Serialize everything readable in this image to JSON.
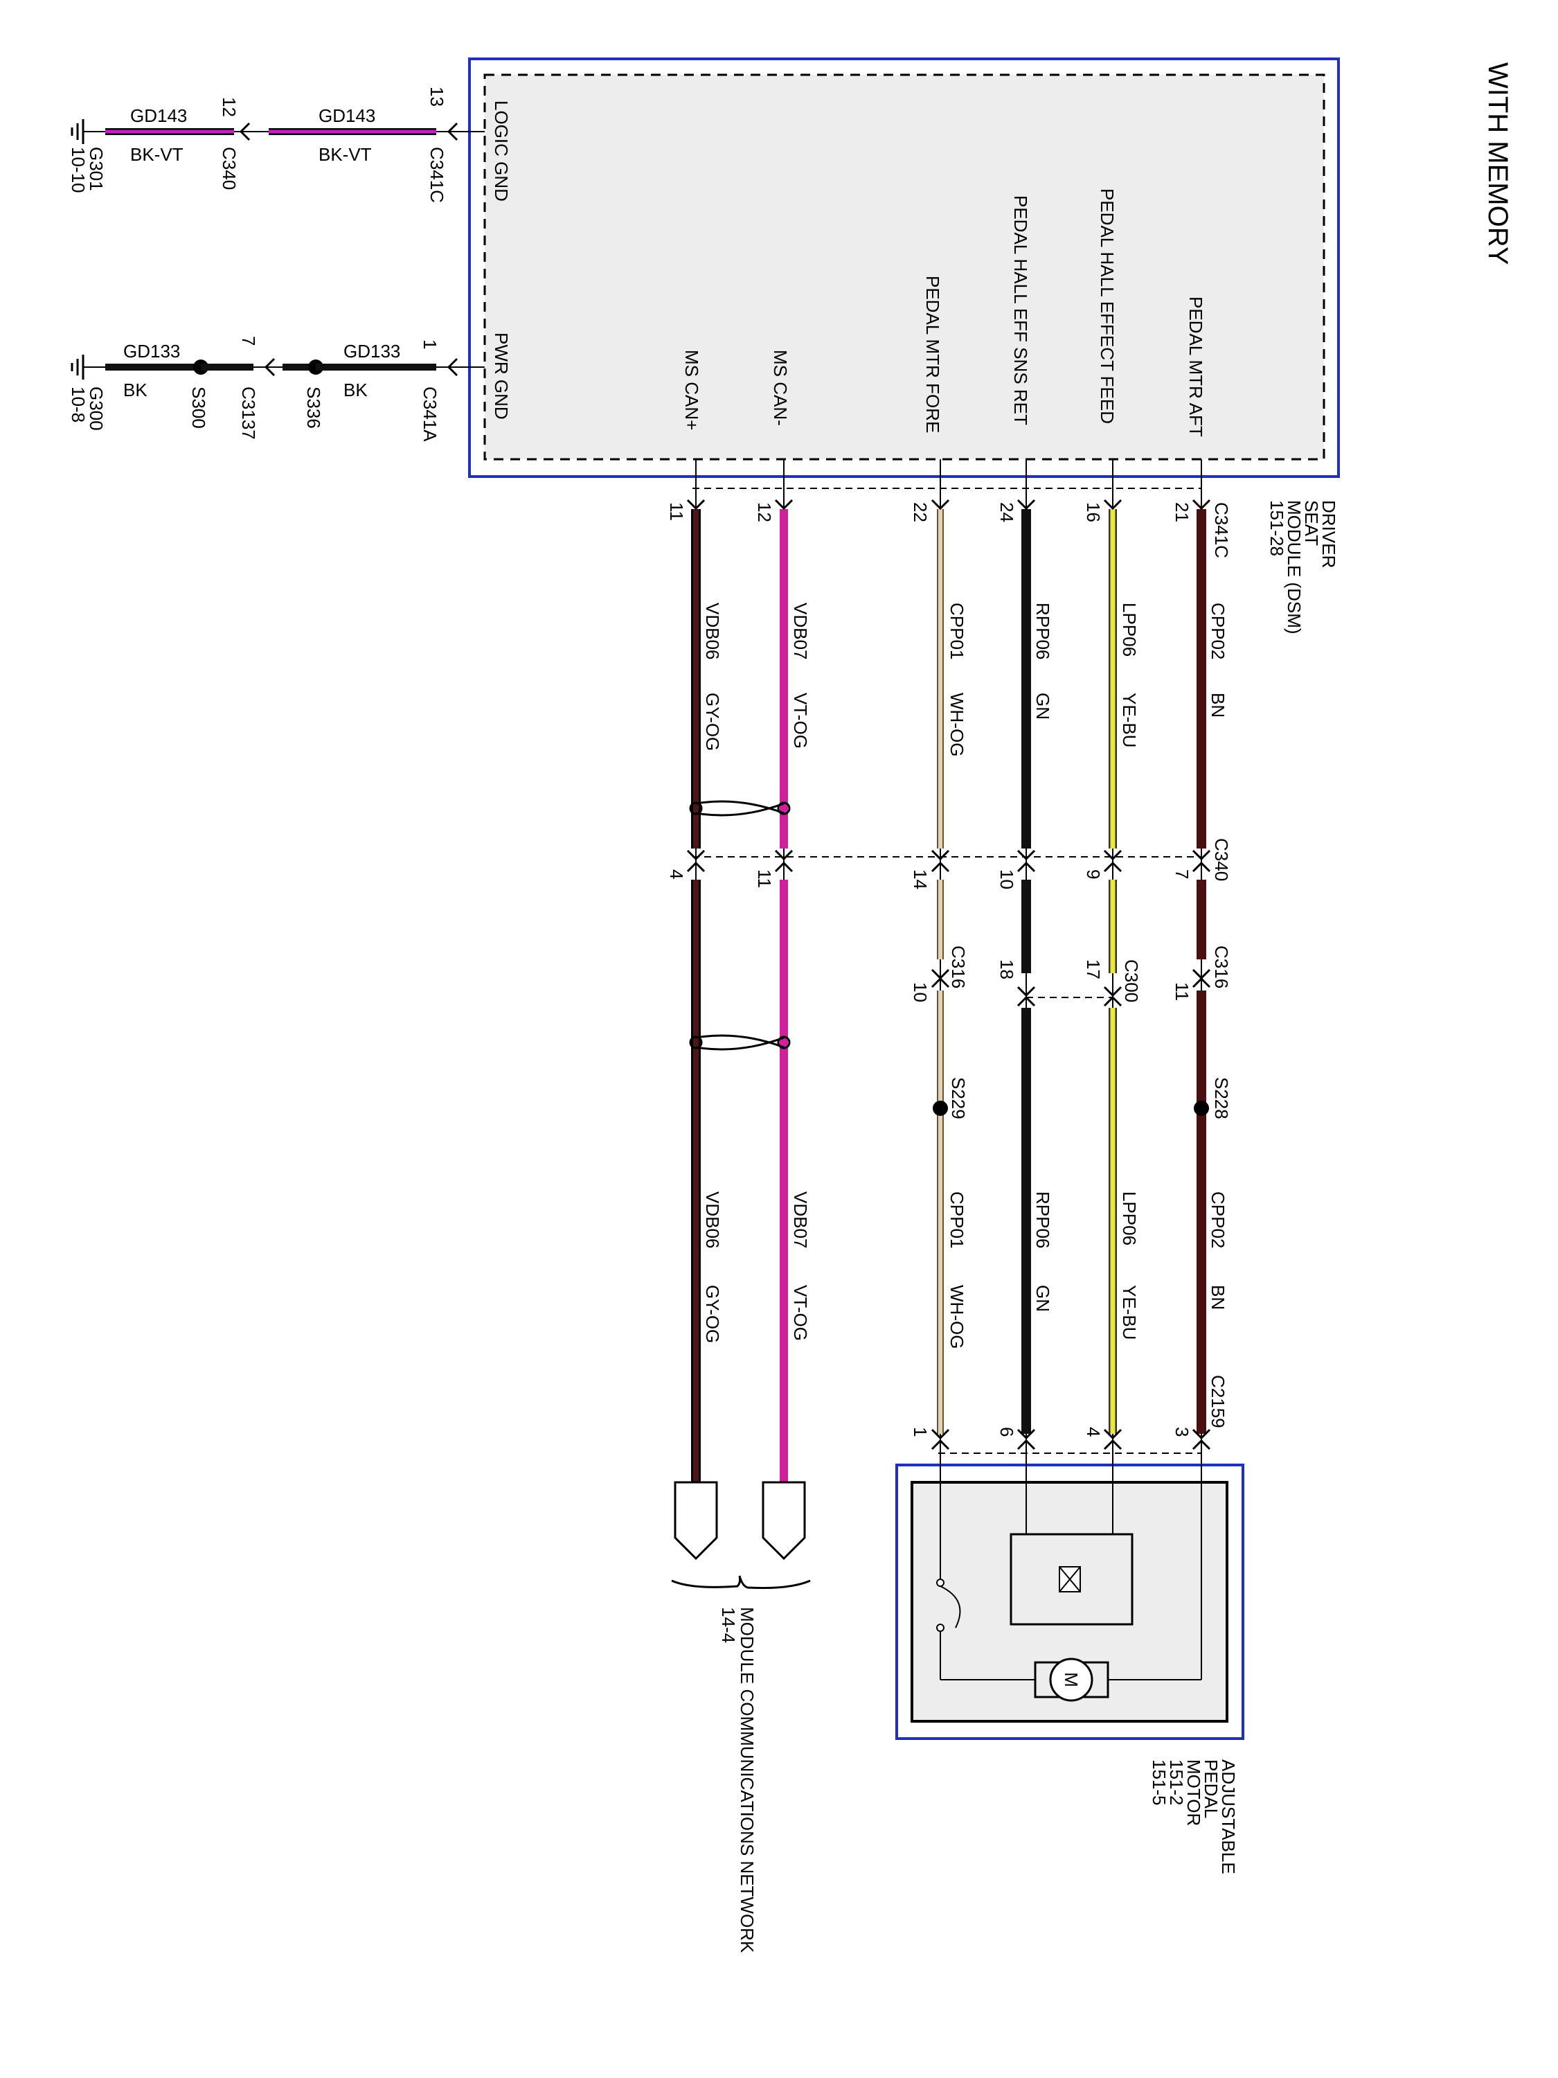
{
  "title": "WITH MEMORY",
  "colors": {
    "wire_gy_og": "#4a1818",
    "wire_vt_og": "#d0209c",
    "wire_wh_og": "#e8d0a8",
    "wire_gn": "#111111",
    "wire_ye_bu": "#e8e83a",
    "wire_bn": "#4a1010",
    "wire_bk_vt": "#c41fc0",
    "wire_bk": "#111111",
    "module_border": "#1f2fc0",
    "module_fill": "#ededed"
  },
  "grounds": {
    "logic": {
      "ground_id": "G301",
      "ground_ref": "10-10",
      "circuit_a": "GD143",
      "color_a": "BK-VT",
      "connector_a": "C340",
      "pin_a": "12",
      "circuit_b": "GD143",
      "color_b": "BK-VT",
      "connector_b": "C341C",
      "pin_b": "13",
      "module_pin_label": "LOGIC GND"
    },
    "power": {
      "ground_id": "G300",
      "ground_ref": "10-8",
      "circuit_a": "GD133",
      "color_a": "BK",
      "splice_a": "S300",
      "connector_mid": "C3137",
      "pin_mid": "7",
      "splice_b": "S336",
      "circuit_b": "GD133",
      "color_b": "BK",
      "connector_b": "C341A",
      "pin_b": "1",
      "module_pin_label": "PWR GND"
    }
  },
  "dsm": {
    "name_line1": "DRIVER",
    "name_line2": "SEAT",
    "name_line3": "MODULE (DSM)",
    "page_ref": "151-28",
    "connector": "C341C",
    "pins": {
      "ms_can_plus": "MS CAN+",
      "ms_can_minus": "MS CAN-",
      "pedal_mtr_fore": "PEDAL MTR FORE",
      "pedal_hall_eff_sns_ret": "PEDAL HALL EFF SNS RET",
      "pedal_hall_effect_feed": "PEDAL HALL EFFECT FEED",
      "pedal_mtr_aft": "PEDAL MTR AFT"
    }
  },
  "wires": [
    {
      "id": "can_plus",
      "dsm_pin": "11",
      "circuit": "VDB06",
      "color": "GY-OG",
      "c340_pin": "4"
    },
    {
      "id": "can_minus",
      "dsm_pin": "12",
      "circuit": "VDB07",
      "color": "VT-OG",
      "c340_pin": "11"
    },
    {
      "id": "fore",
      "dsm_pin": "22",
      "circuit": "CPP01",
      "color": "WH-OG",
      "c340_pin": "14",
      "c3_pin": "10",
      "splice": "S229",
      "motor_pin": "1"
    },
    {
      "id": "ret",
      "dsm_pin": "24",
      "circuit": "RPP06",
      "color": "GN",
      "c340_pin": "10",
      "c3_pin": "18",
      "motor_pin": "6"
    },
    {
      "id": "feed",
      "dsm_pin": "16",
      "circuit": "LPP06",
      "color": "YE-BU",
      "c340_pin": "9",
      "c3_pin": "17",
      "motor_pin": "4"
    },
    {
      "id": "aft",
      "dsm_pin": "21",
      "circuit": "CPP02",
      "color": "BN",
      "c340_pin": "7",
      "c3_pin": "11",
      "splice": "S228",
      "motor_pin": "3"
    }
  ],
  "connectors": {
    "c340": "C340",
    "c316_a": "C316",
    "c316_b": "C316",
    "c300": "C300",
    "c2159": "C2159"
  },
  "motor": {
    "line1": "ADJUSTABLE",
    "line2": "PEDAL",
    "line3": "MOTOR",
    "ref1": "151-2",
    "ref2": "151-5",
    "symbol": "M"
  },
  "network": {
    "line1": "MODULE COMMUNICATIONS NETWORK",
    "ref": "14-4"
  }
}
